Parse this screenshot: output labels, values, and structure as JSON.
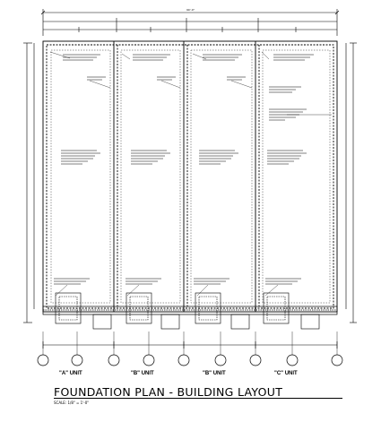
{
  "title": "FOUNDATION PLAN - BUILDING LAYOUT",
  "scale_note": "SCALE: 1/8\" = 1'-0\"",
  "unit_labels": [
    "\"A\" UNIT",
    "\"B\" UNIT",
    "\"B\" UNIT",
    "\"C\" UNIT"
  ],
  "overall_dimension": "90'-0\"",
  "colors": {
    "ink": "#000000",
    "paper": "#ffffff"
  }
}
